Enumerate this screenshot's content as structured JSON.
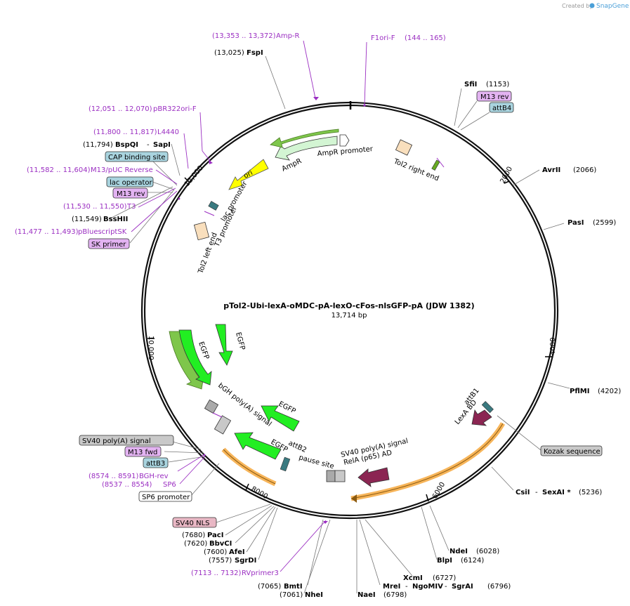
{
  "credit": {
    "text": "Created by",
    "brand": "SnapGene"
  },
  "plasmid": {
    "name": "pTol2-Ubi-lexA-oMDC-pA-lexO-cFos-nlsGFP-pA (JDW 1382)",
    "length": "13,714 bp"
  },
  "ticks": {
    "t2000": "2000",
    "t4000": "4000",
    "t6000": "6000",
    "t8000": "8000",
    "t10000": "10,000",
    "t12000": "12,000"
  },
  "features": {
    "ampr": "AmpR",
    "ampr_promoter": "AmpR promoter",
    "ori": "ori",
    "lac_promoter": "lac promoter",
    "t3_promoter": "T3 promoter",
    "tol2_left": "Tol2 left end",
    "tol2_right": "Tol2 right end",
    "egfp": "EGFP",
    "bgh": "bGH poly(A) signal",
    "attb2": "attB2",
    "pause": "pause site",
    "sv40pa": "SV40 poly(A) signal",
    "rela": "RelA (p65) AD",
    "attb1": "attB1",
    "lexa": "LexA BD"
  },
  "primers": {
    "ampr_p": {
      "range": "(13,353 .. 13,372)",
      "name": "Amp-R"
    },
    "f1ori": {
      "range": "(144 .. 165)",
      "name": "F1ori-F"
    },
    "pbr322": {
      "range": "(12,051 .. 12,070)",
      "name": "pBR322ori-F"
    },
    "l4440": {
      "range": "(11,800 .. 11,817)",
      "name": "L4440"
    },
    "m13puc": {
      "range": "(11,582 .. 11,604)",
      "name": "M13/pUC Reverse"
    },
    "t3": {
      "range": "(11,530 .. 11,550)",
      "name": "T3"
    },
    "pbs": {
      "range": "(11,477 .. 11,493)",
      "name": "pBluescriptSK"
    },
    "bghrev": {
      "range": "(8574 .. 8591)",
      "name": "BGH-rev"
    },
    "sp6": {
      "range": "(8537 .. 8554)",
      "name": "SP6"
    },
    "rv3": {
      "range": "(7113 .. 7132)",
      "name": "RVprimer3"
    }
  },
  "boxes": {
    "m13rev_r": "M13 rev",
    "attb4": "attB4",
    "cap": "CAP binding site",
    "lacop": "lac operator",
    "m13rev_l": "M13 rev",
    "skprimer": "SK primer",
    "sv40pas": "SV40 poly(A) signal",
    "m13fwd": "M13 fwd",
    "attb3": "attB3",
    "sp6prom": "SP6 promoter",
    "sv40nls": "SV40 NLS",
    "kozak": "Kozak sequence"
  },
  "colors": {
    "lavender": "#e3b3f2",
    "blue": "#a9d4df",
    "grey": "#c9c9c9",
    "pink": "#e8b7c4",
    "white": "#ffffff",
    "green": "#22ee22",
    "lightgreen": "#cdf5cd",
    "yellow": "#ffff00",
    "maroon": "#8b2552",
    "orange": "#f7b55a"
  },
  "sites": {
    "fspi": {
      "pos": "(13,025)",
      "name": "FspI"
    },
    "sfii": {
      "pos": "(1153)",
      "name": "SfiI"
    },
    "avrii": {
      "pos": "(2066)",
      "name": "AvrII"
    },
    "pasi": {
      "pos": "(2599)",
      "name": "PasI"
    },
    "pflmi": {
      "pos": "(4202)",
      "name": "PflMI"
    },
    "csii": {
      "name1": "CsiI",
      "sep": "-",
      "name2": "SexAI *",
      "pos": "(5236)"
    },
    "ndei": {
      "pos": "(6028)",
      "name": "NdeI"
    },
    "blpi": {
      "pos": "(6124)",
      "name": "BlpI"
    },
    "xcmi": {
      "pos": "(6727)",
      "name": "XcmI"
    },
    "mrei": {
      "name1": "MreI",
      "sep1": "-",
      "name2": "NgoMIV",
      "sep2": "-",
      "name3": "SgrAI",
      "pos": "(6796)"
    },
    "naei": {
      "pos": "(6798)",
      "name": "NaeI"
    },
    "bmti": {
      "pos": "(7065)",
      "name": "BmtI"
    },
    "nhei": {
      "pos": "(7061)",
      "name": "NheI"
    },
    "sgrdi": {
      "pos": "(7557)",
      "name": "SgrDI"
    },
    "afei": {
      "pos": "(7600)",
      "name": "AfeI"
    },
    "bbvci": {
      "pos": "(7620)",
      "name": "BbvCI"
    },
    "paci": {
      "pos": "(7680)",
      "name": "PacI"
    },
    "bsshii": {
      "pos": "(11,549)",
      "name": "BssHII"
    },
    "bspqi": {
      "pos": "(11,794)",
      "name1": "BspQI",
      "sep": "-",
      "name2": "SapI"
    }
  }
}
